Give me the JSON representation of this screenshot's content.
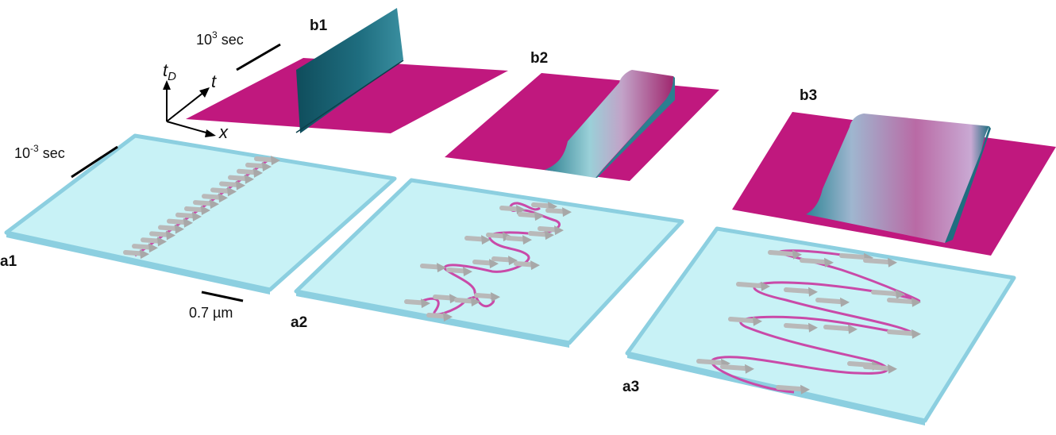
{
  "panel_labels": {
    "a1": "a1",
    "a2": "a2",
    "a3": "a3",
    "b1": "b1",
    "b2": "b2",
    "b3": "b3"
  },
  "timescale_top": {
    "base": "10",
    "exp": "3",
    "unit": " sec"
  },
  "timescale_bottom": {
    "base": "10",
    "exp": "-3",
    "unit": " sec"
  },
  "scale_bar_label": "0.7 µm",
  "axes": {
    "vertical": "t",
    "vertical_sub": "D",
    "depth": "t",
    "horizontal": "x"
  },
  "colors": {
    "sheet_magenta": "#c0187e",
    "ridge_teal": "#1f6e80",
    "slab_fill": "#c8f2f6",
    "slab_edge": "#8ccfe0",
    "path_pink": "#c94aa8",
    "arrow_gray": "#bcbcbc"
  }
}
